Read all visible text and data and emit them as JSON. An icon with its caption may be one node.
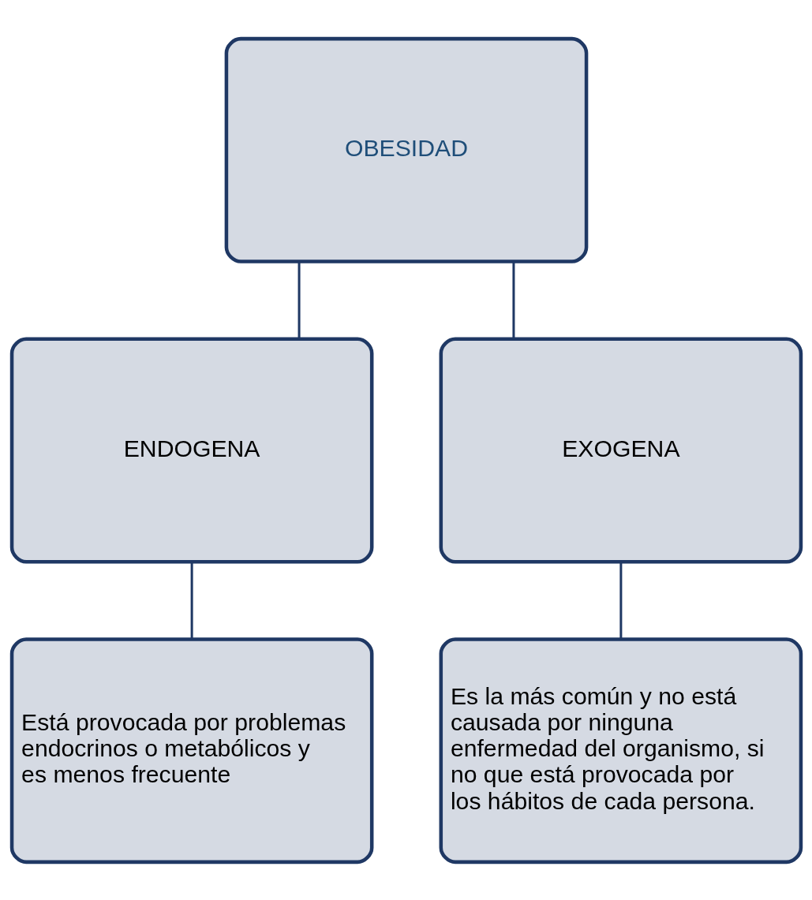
{
  "diagram": {
    "nodes": [
      {
        "text": [
          "OBESIDAD"
        ]
      },
      {
        "text": [
          "ENDOGENA"
        ]
      },
      {
        "text": [
          "EXOGENA"
        ]
      },
      {
        "text": [
          "Está provocada por problemas endocrinos o metabólicos y es menos frecuente"
        ]
      },
      {
        "text": [
          "Es la más común y no está causada por ninguna enfermedad del organismo, si no que está provocada por los hábitos de cada persona."
        ]
      }
    ],
    "edges": [
      {
        "from": 0,
        "to": 1,
        "arrow": "none"
      },
      {
        "from": 0,
        "to": 2,
        "arrow": "none"
      },
      {
        "from": 1,
        "to": 3,
        "arrow": "none"
      },
      {
        "from": 2,
        "to": 4,
        "arrow": "none"
      }
    ]
  }
}
